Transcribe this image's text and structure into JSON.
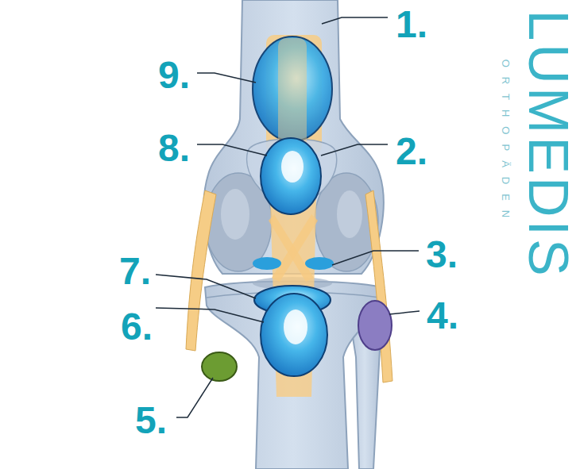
{
  "diagram": {
    "labels": [
      "1.",
      "LUMEDIS",
      "ORTHOPÄDEN",
      "9.",
      "8.",
      "2.",
      "3.",
      "7.",
      "6.",
      "4.",
      "5."
    ]
  }
}
